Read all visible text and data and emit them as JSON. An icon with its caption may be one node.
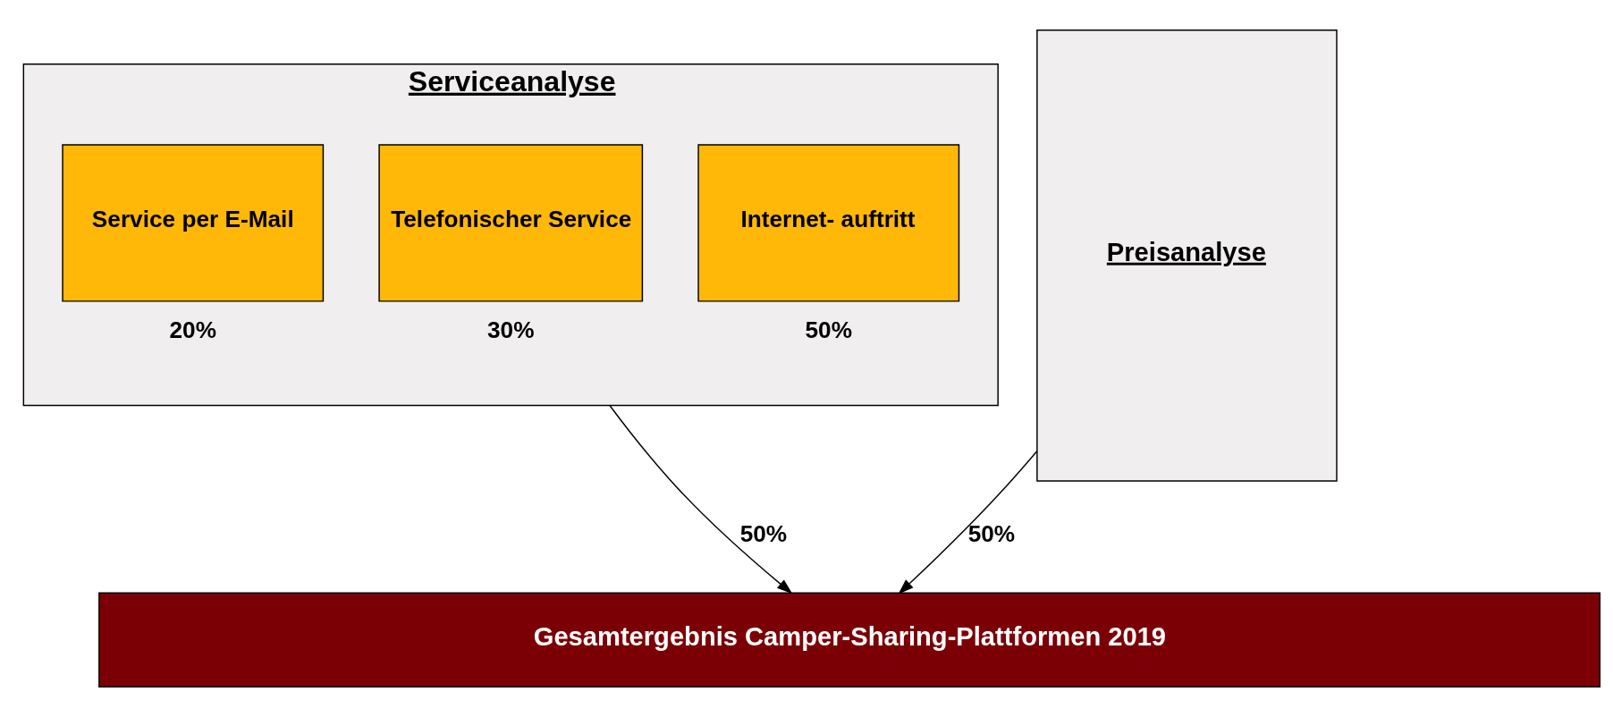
{
  "diagram": {
    "nodes": [
      {
        "text": [
          "Serviceanalyse"
        ]
      },
      {
        "text": [
          "Internet- auftritt"
        ],
        "in": 0,
        "beside": [
          "50%"
        ]
      },
      {
        "text": [
          "Telefonischer Service"
        ],
        "in": 0,
        "beside": [
          "30%"
        ]
      },
      {
        "text": [
          "Service per E-Mail"
        ],
        "in": 0,
        "beside": [
          "20%"
        ]
      },
      {
        "text": [
          "Preisanalyse"
        ]
      },
      {
        "text": [
          "Gesamtergebnis Camper-Sharing-Plattformen 2019"
        ]
      }
    ],
    "edges": [
      {
        "from": 0,
        "to": 5,
        "arrow": "to",
        "label": "50%"
      },
      {
        "from": 4,
        "to": 5,
        "arrow": "to",
        "label": "50%"
      }
    ]
  }
}
